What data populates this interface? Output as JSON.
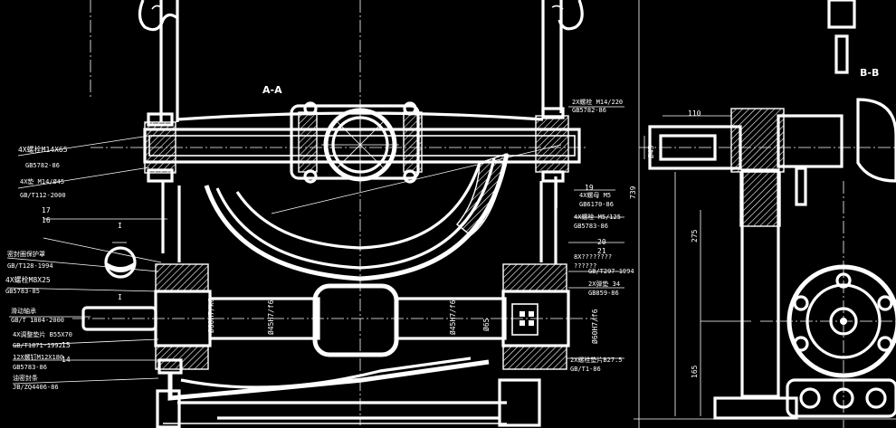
{
  "drawing": {
    "background": "#000000",
    "line_color": "#ffffff",
    "section_labels": [
      "A-A",
      "B-B"
    ],
    "detail_marks": [
      "I",
      "I"
    ],
    "part_numbers": [
      "17",
      "16",
      "15",
      "14",
      "19",
      "20",
      "21"
    ],
    "callouts_left": [
      "4X螺栓M14X65",
      "GB5782-86",
      "4X垫  M14/Ø45",
      "GB/T112-2000",
      "密封圈保护罩",
      "GB/T128-1994",
      "4X螺栓M8X25",
      "GB5783-85",
      "滑动轴承",
      "GB/T 1804-2000",
      "4X调整垫片 B55X70",
      "GB/T1871-1992",
      "12X螺钉M12X180",
      "GB5783-86",
      "油密封条",
      "JB/ZQ4406-86"
    ],
    "callouts_right": [
      "2X螺栓 M14/220",
      "GB5782-86",
      "4X螺母  M5",
      "GB6170-86",
      "4X螺栓  M5/125",
      "GB5783-86",
      "8X????????",
      "??????",
      "GB/T297-1994",
      "2X弹垫  34",
      "GB859-86",
      "2X螺栓垫片B27.5",
      "GB/T1-86"
    ],
    "dimensions": {
      "d_110": "110",
      "d_739": "739",
      "d_275": "275",
      "d_165": "165",
      "d_phi45": "Ø45",
      "d_fit_a": "Ø60H7/k6",
      "d_fit_b": "Ø45H7/f6",
      "d_fit_c": "Ø45H7/f6",
      "d_phi65": "Ø65",
      "d_fit_d": "Ø60H7/f6"
    }
  }
}
